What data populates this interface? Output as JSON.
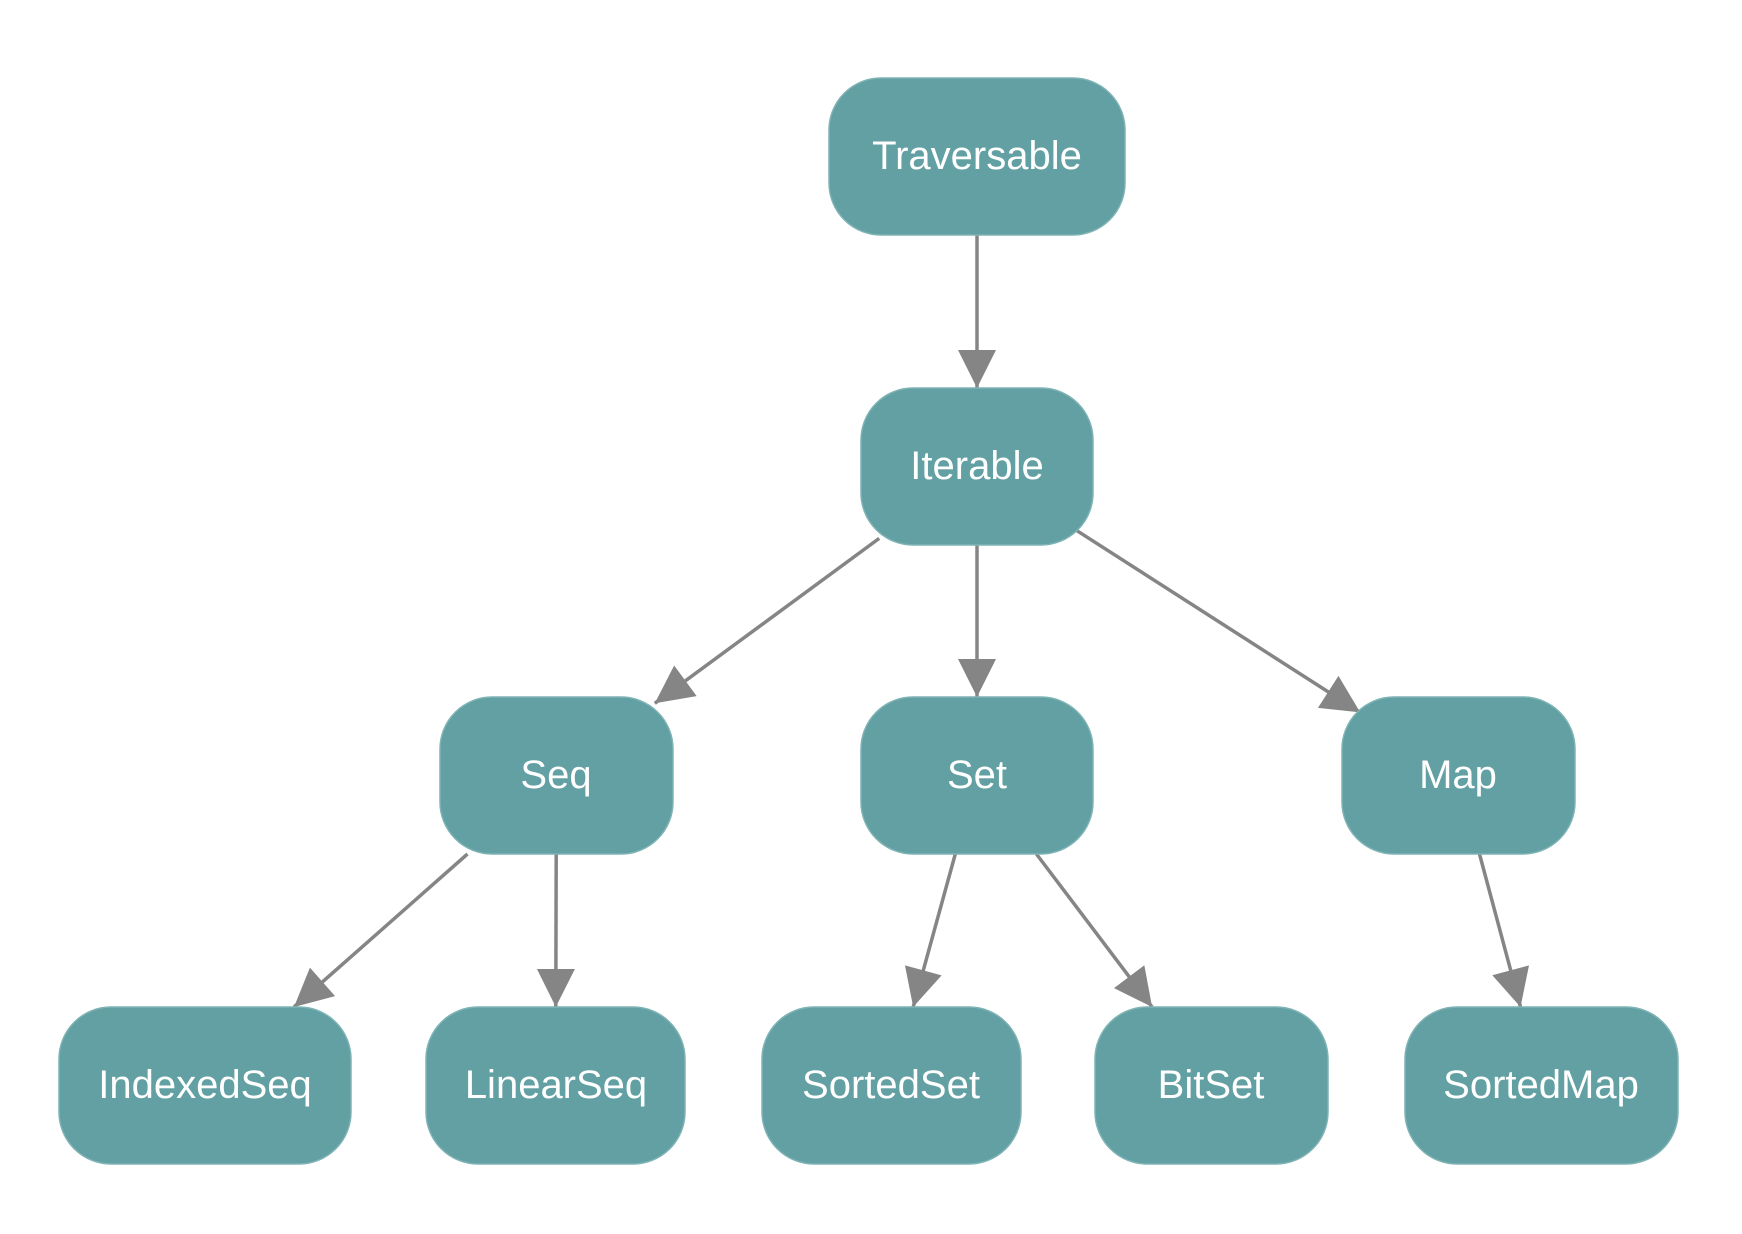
{
  "colors": {
    "node_fill": "#62a0a3",
    "edge": "#858585"
  },
  "nodes": {
    "traversable": "Traversable",
    "iterable": "Iterable",
    "seq": "Seq",
    "set": "Set",
    "map": "Map",
    "indexedseq": "IndexedSeq",
    "linearseq": "LinearSeq",
    "sortedset": "SortedSet",
    "bitset": "BitSet",
    "sortedmap": "SortedMap"
  },
  "edges": [
    [
      "traversable",
      "iterable"
    ],
    [
      "iterable",
      "seq"
    ],
    [
      "iterable",
      "set"
    ],
    [
      "iterable",
      "map"
    ],
    [
      "seq",
      "indexedseq"
    ],
    [
      "seq",
      "linearseq"
    ],
    [
      "set",
      "sortedset"
    ],
    [
      "set",
      "bitset"
    ],
    [
      "map",
      "sortedmap"
    ]
  ]
}
